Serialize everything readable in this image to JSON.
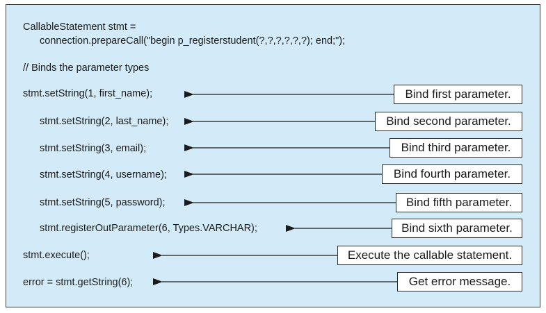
{
  "header": {
    "line1": "CallableStatement stmt =",
    "line2": "connection.prepareCall(\"begin p_registerstudent(?,?,?,?,?,?); end;\");"
  },
  "comment": "// Binds the parameter types",
  "rows": [
    {
      "code": "stmt.setString(1, first_name);",
      "label": "Bind first parameter."
    },
    {
      "code": "stmt.setString(2, last_name);",
      "label": "Bind second parameter."
    },
    {
      "code": "stmt.setString(3, email);",
      "label": "Bind third parameter."
    },
    {
      "code": "stmt.setString(4, username);",
      "label": "Bind fourth parameter."
    },
    {
      "code": "stmt.setString(5, password);",
      "label": "Bind fifth parameter."
    },
    {
      "code": "stmt.registerOutParameter(6, Types.VARCHAR);",
      "label": "Bind sixth parameter."
    },
    {
      "code": "stmt.execute();",
      "label": "Execute the callable statement."
    },
    {
      "code": "error = stmt.getString(6);",
      "label": "Get error message."
    }
  ],
  "colors": {
    "panel_bg": "#d3ebf8",
    "border": "#2a2a2a",
    "label_bg": "#ffffff"
  }
}
